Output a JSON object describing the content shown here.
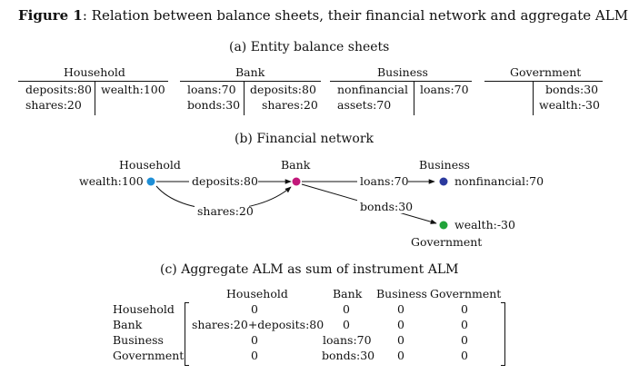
{
  "figure": {
    "label": "Figure 1",
    "caption": ": Relation between balance sheets, their financial network and aggregate ALM"
  },
  "section_a": {
    "title": "(a) Entity balance sheets",
    "sheets": [
      {
        "name": "Household",
        "left": [
          "deposits:80",
          "shares:20"
        ],
        "right": [
          "wealth:100"
        ]
      },
      {
        "name": "Bank",
        "left": [
          "loans:70",
          "bonds:30"
        ],
        "right": [
          "deposits:80",
          "shares:20"
        ]
      },
      {
        "name": "Business",
        "left": [
          "nonfinancial",
          "assets:70"
        ],
        "right": [
          "loans:70"
        ]
      },
      {
        "name": "Government",
        "left": [],
        "right": [
          "bonds:30",
          "wealth:-30"
        ]
      }
    ]
  },
  "section_b": {
    "title": "(b) Financial network",
    "nodes": {
      "household": {
        "label": "Household",
        "value": "wealth:100",
        "color": "#1f8fd6"
      },
      "bank": {
        "label": "Bank",
        "color": "#c2187a"
      },
      "business": {
        "label": "Business",
        "value": "nonfinancial:70",
        "color": "#2b3a9e"
      },
      "government": {
        "label": "Government",
        "value": "wealth:-30",
        "color": "#21a33a"
      }
    },
    "edges": {
      "deposits": "deposits:80",
      "shares": "shares:20",
      "loans": "loans:70",
      "bonds": "bonds:30"
    }
  },
  "section_c": {
    "title": "(c) Aggregate ALM as sum of instrument ALM",
    "columns": [
      "Household",
      "Bank",
      "Business",
      "Government"
    ],
    "rows": [
      {
        "label": "Household",
        "cells": [
          "0",
          "0",
          "0",
          "0"
        ]
      },
      {
        "label": "Bank",
        "cells": [
          "shares:20+deposits:80",
          "0",
          "0",
          "0"
        ]
      },
      {
        "label": "Business",
        "cells": [
          "0",
          "loans:70",
          "0",
          "0"
        ]
      },
      {
        "label": "Government",
        "cells": [
          "0",
          "bonds:30",
          "0",
          "0"
        ]
      }
    ]
  }
}
